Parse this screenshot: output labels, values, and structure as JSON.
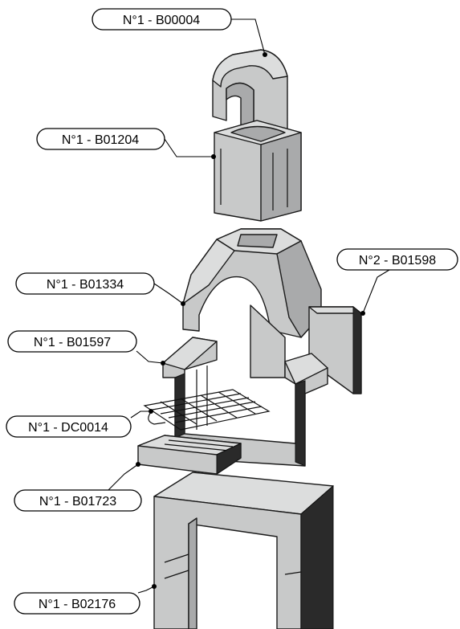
{
  "parts": [
    {
      "id": "chimney-cap",
      "label": "N°1 - B00004"
    },
    {
      "id": "chimney-flue",
      "label": "N°1 - B01204"
    },
    {
      "id": "hood",
      "label": "N°1 - B01334"
    },
    {
      "id": "side-panel",
      "label": "N°2 - B01598"
    },
    {
      "id": "left-wall",
      "label": "N°1 - B01597"
    },
    {
      "id": "grill-grate",
      "label": "N°1 - DC0014"
    },
    {
      "id": "ash-tray",
      "label": "N°1 - B01723"
    },
    {
      "id": "base",
      "label": "N°1 - B02176"
    }
  ],
  "colors": {
    "stone": "#c8c9c9",
    "stone_light": "#dcdddd",
    "stone_dark": "#a9aaab",
    "outline": "#1a1a1a"
  }
}
